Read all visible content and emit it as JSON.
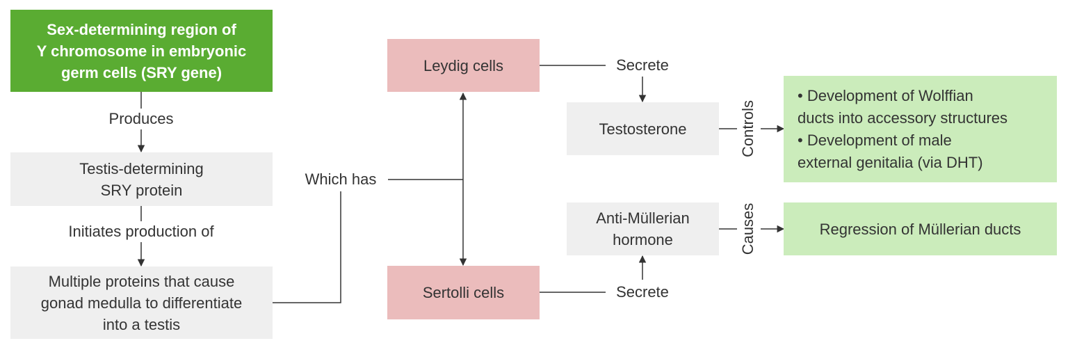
{
  "boxes": {
    "sry_gene": [
      "Sex-determining region of",
      "Y chromosome in embryonic",
      "germ cells (SRY gene)"
    ],
    "sry_protein": [
      "Testis-determining",
      "SRY protein"
    ],
    "multiple_proteins": [
      "Multiple proteins that cause",
      "gonad medulla to differentiate",
      "into a testis"
    ],
    "leydig": "Leydig cells",
    "sertoli": "Sertolli cells",
    "testosterone": "Testosterone",
    "amh": [
      "Anti-Müllerian",
      "hormone"
    ],
    "wolffian_effects": [
      "• Development of Wolffian",
      "ducts into accessory structures",
      "• Development of male",
      "external genitalia (via DHT)"
    ],
    "mullerian_effect": "Regression of Müllerian ducts"
  },
  "edge_labels": {
    "produces": "Produces",
    "initiates": "Initiates production of",
    "which_has": "Which has",
    "secrete_top": "Secrete",
    "secrete_bottom": "Secrete",
    "controls": "Controls",
    "causes": "Causes"
  },
  "colors": {
    "dark_green": "#5aac32",
    "light_green": "#cbecbb",
    "grey": "#efefef",
    "pink": "#ebbcbc",
    "line": "#333333"
  }
}
